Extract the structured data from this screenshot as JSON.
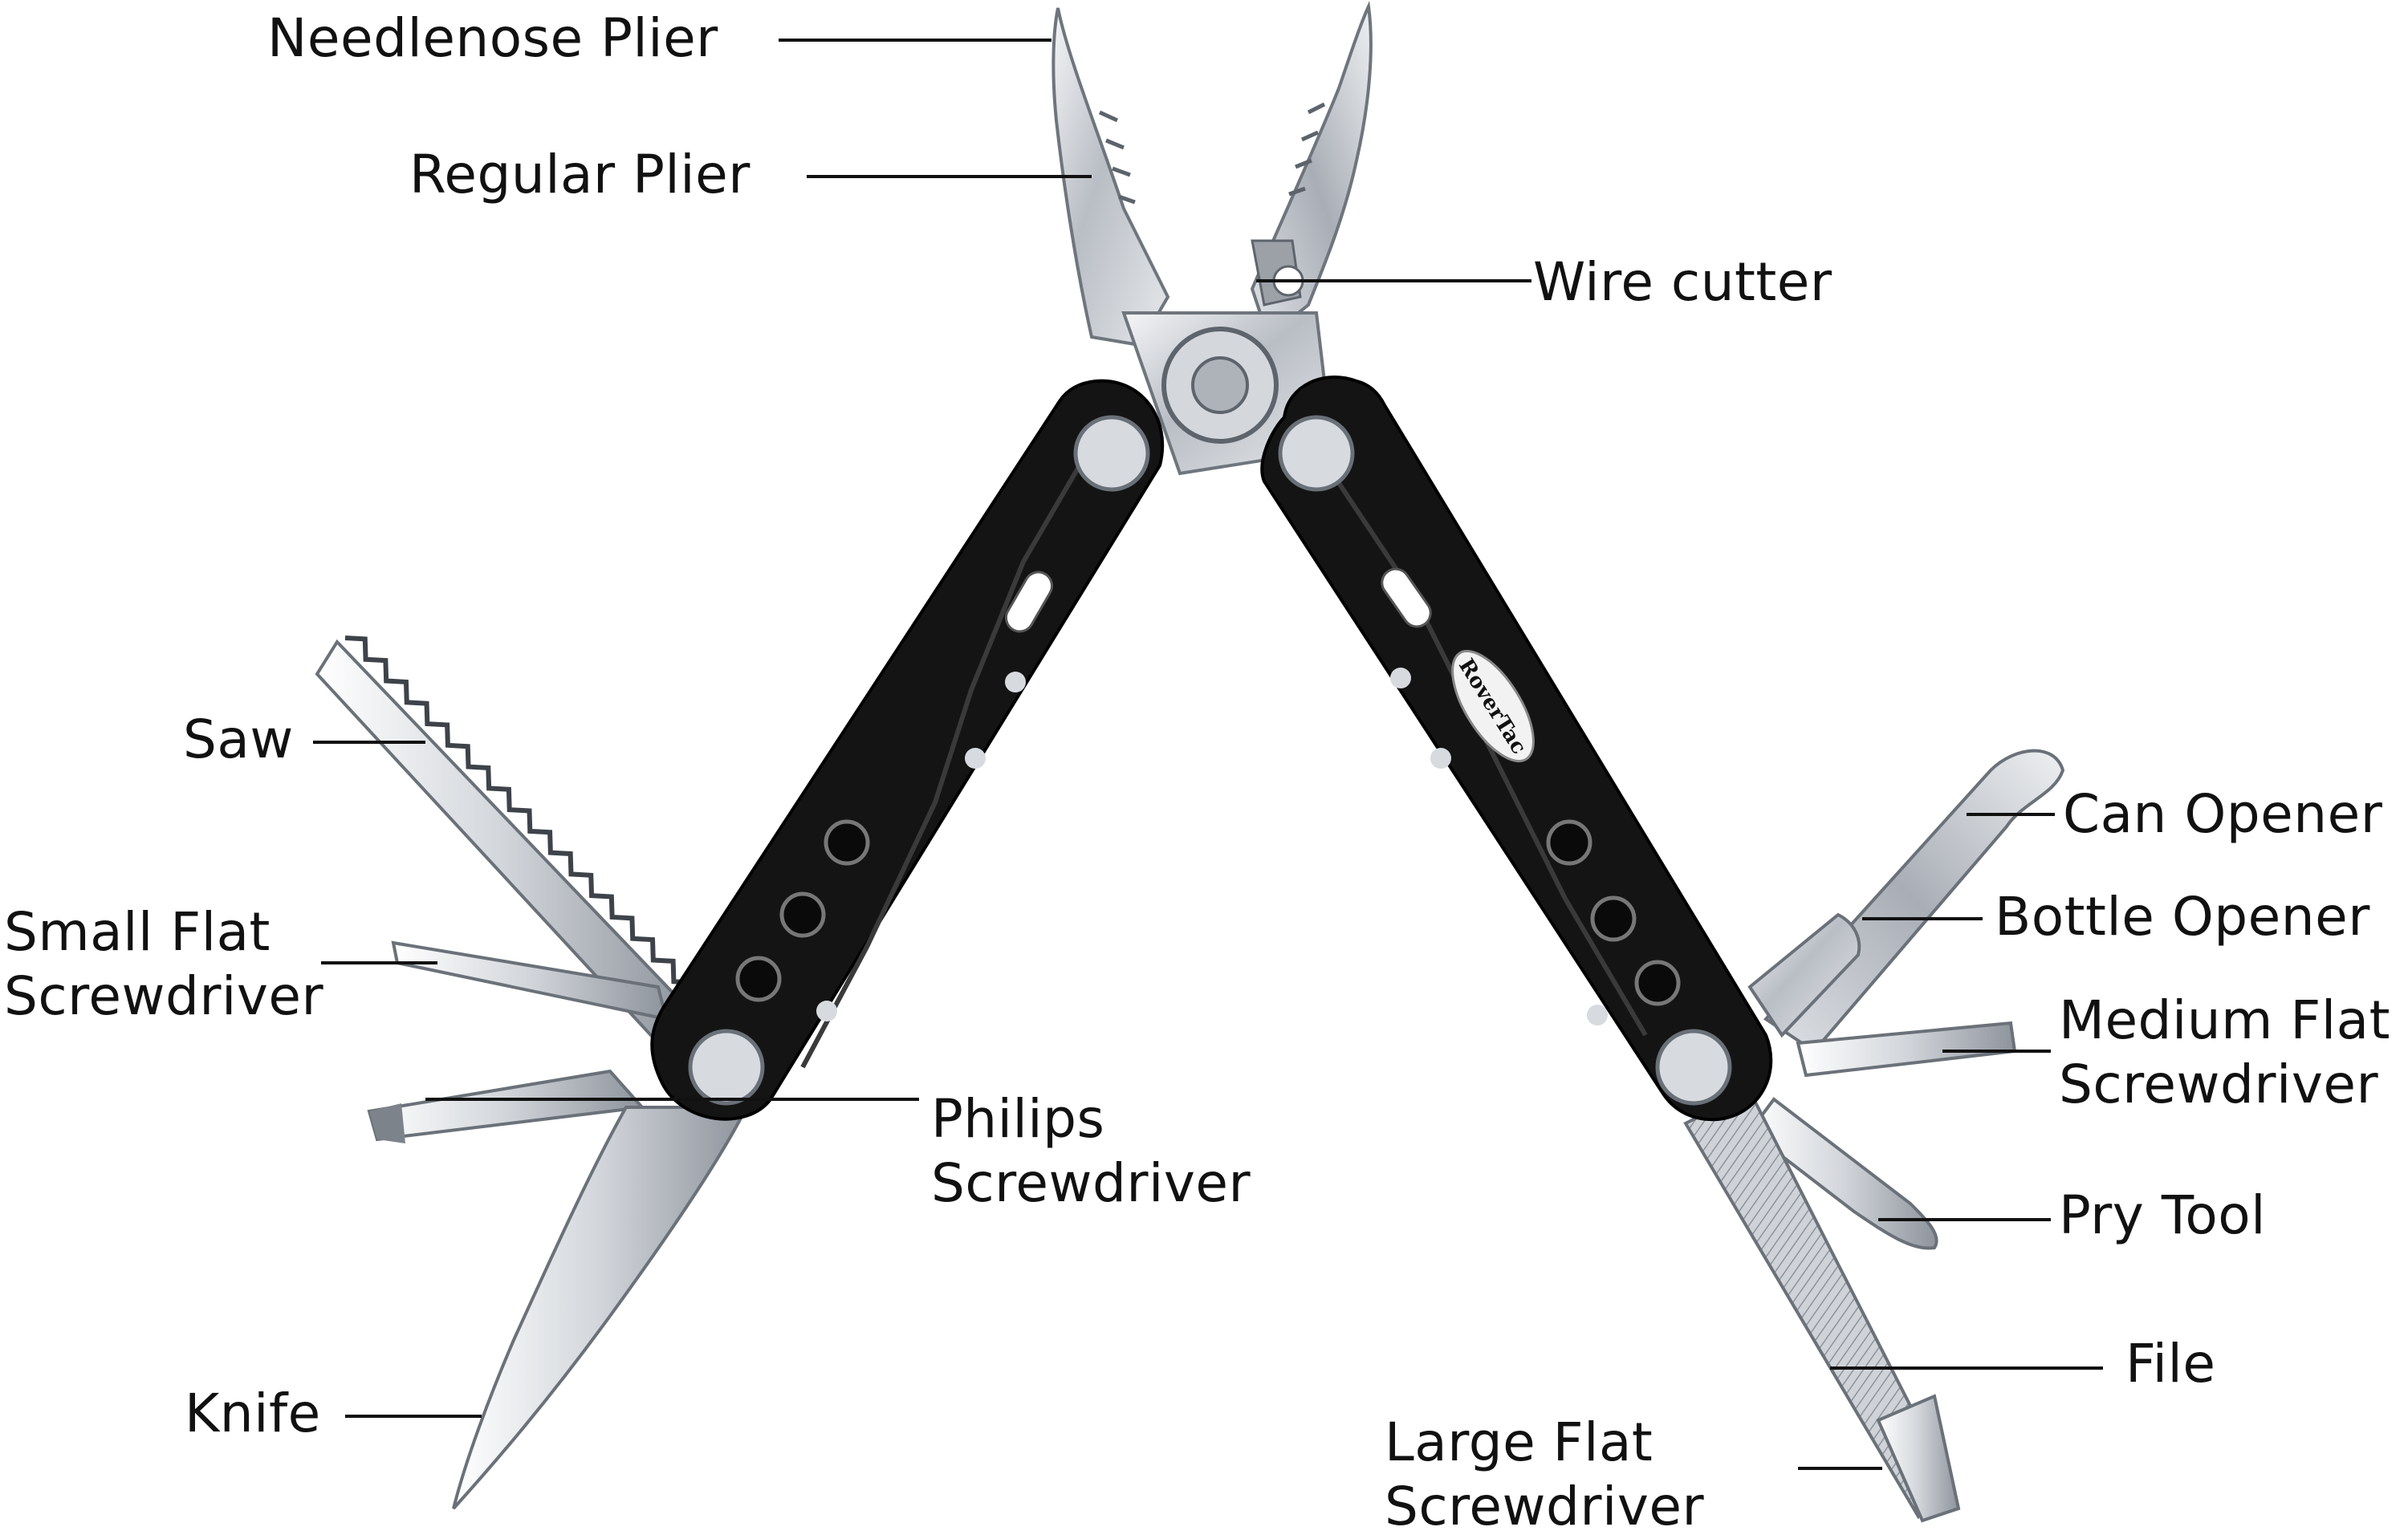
{
  "brand": "RoverTac",
  "colors": {
    "handle": "#141414",
    "steel": "#c9cdd2",
    "line": "#111111",
    "text": "#111111"
  },
  "labels": {
    "needlenose_plier": "Needlenose Plier",
    "regular_plier": "Regular Plier",
    "wire_cutter": "Wire cutter",
    "saw": "Saw",
    "small_flat": [
      "Small Flat",
      "Screwdriver"
    ],
    "philips": [
      "Philips",
      "Screwdriver"
    ],
    "knife": "Knife",
    "can_opener": "Can Opener",
    "bottle_opener": "Bottle Opener",
    "medium_flat": [
      "Medium Flat",
      "Screwdriver"
    ],
    "pry_tool": "Pry Tool",
    "file": "File",
    "large_flat": [
      "Large Flat",
      "Screwdriver"
    ]
  }
}
